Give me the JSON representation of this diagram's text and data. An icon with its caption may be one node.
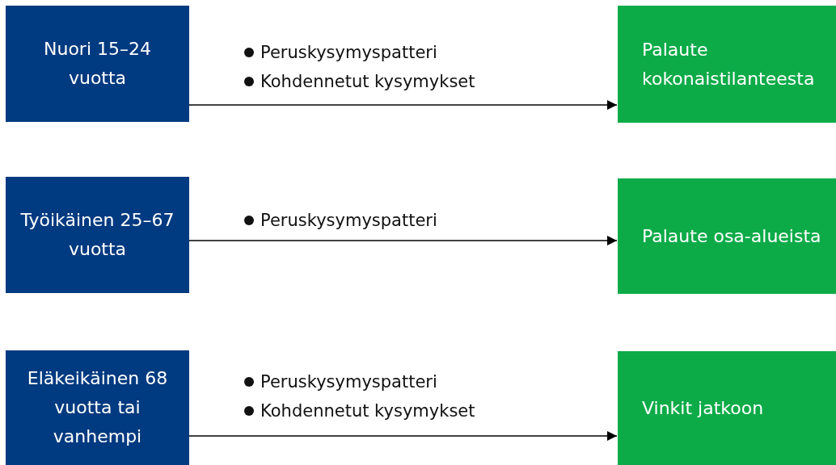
{
  "diagram": {
    "nodes": [
      {
        "text": [
          "Nuori 15–24 vuotta"
        ]
      },
      {
        "text": [
          "Palaute kokonaistilanteesta"
        ]
      },
      {
        "text": [
          "Työikäinen 25–67 vuotta"
        ]
      },
      {
        "text": [
          "Palaute osa-alueista"
        ]
      },
      {
        "text": [
          "Eläkeikäinen 68 vuotta tai vanhempi"
        ]
      },
      {
        "text": [
          "Vinkit jatkoon"
        ]
      }
    ],
    "edges": [
      {
        "from": 0,
        "to": 1,
        "arrow": "to"
      },
      {
        "from": 2,
        "to": 3,
        "arrow": "to"
      },
      {
        "from": 4,
        "to": 5,
        "arrow": "to"
      }
    ],
    "labels": [
      "Peruskysymyspatteri",
      "Kohdennetut kysymykset",
      "Peruskysymyspatteri",
      "Peruskysymyspatteri",
      "Kohdennetut kysymykset"
    ]
  }
}
